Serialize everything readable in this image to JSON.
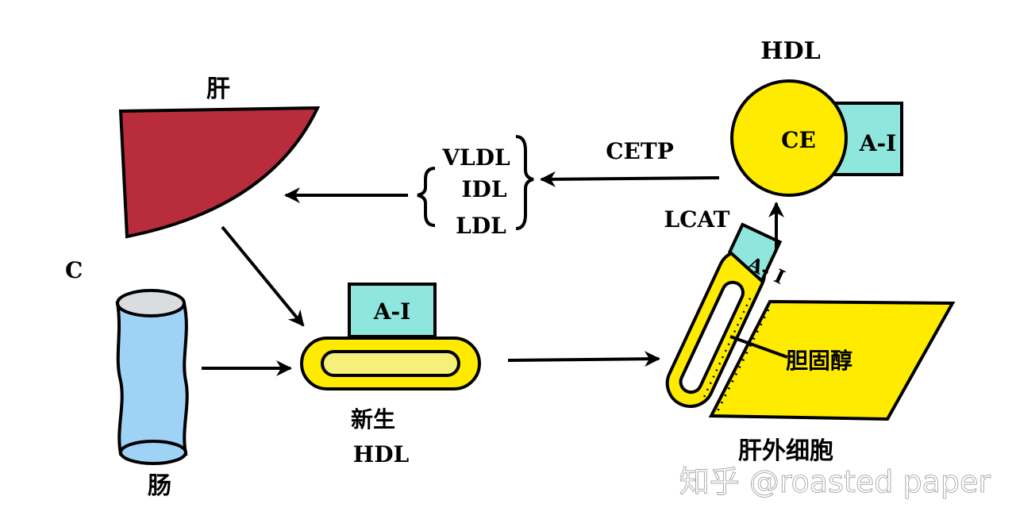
{
  "labels": {
    "liver": "肝",
    "c": "C",
    "intestine": "肠",
    "nascent_hdl_line1": "新生",
    "nascent_hdl_line2": "HDL",
    "apo_a1_nascent": "A-I",
    "apo_a1_cell": "A- I",
    "cholesterol": "胆固醇",
    "extrahepatic_cell": "肝外细胞",
    "hdl_title": "HDL",
    "ce": "CE",
    "apo_a1_hdl": "A-I",
    "lcat": "LCAT",
    "cetp": "CETP",
    "vldl": "VLDL",
    "idl": "IDL",
    "ldl": "LDL"
  },
  "watermark": "知乎 @roasted paper",
  "colors": {
    "liver": "#b82c3c",
    "intestine": "#9ed3f5",
    "intestine_top": "#d9dde0",
    "apo": "#8ee6dc",
    "yellow": "#ffeb00",
    "inner_yellow": "#f4f07a"
  }
}
